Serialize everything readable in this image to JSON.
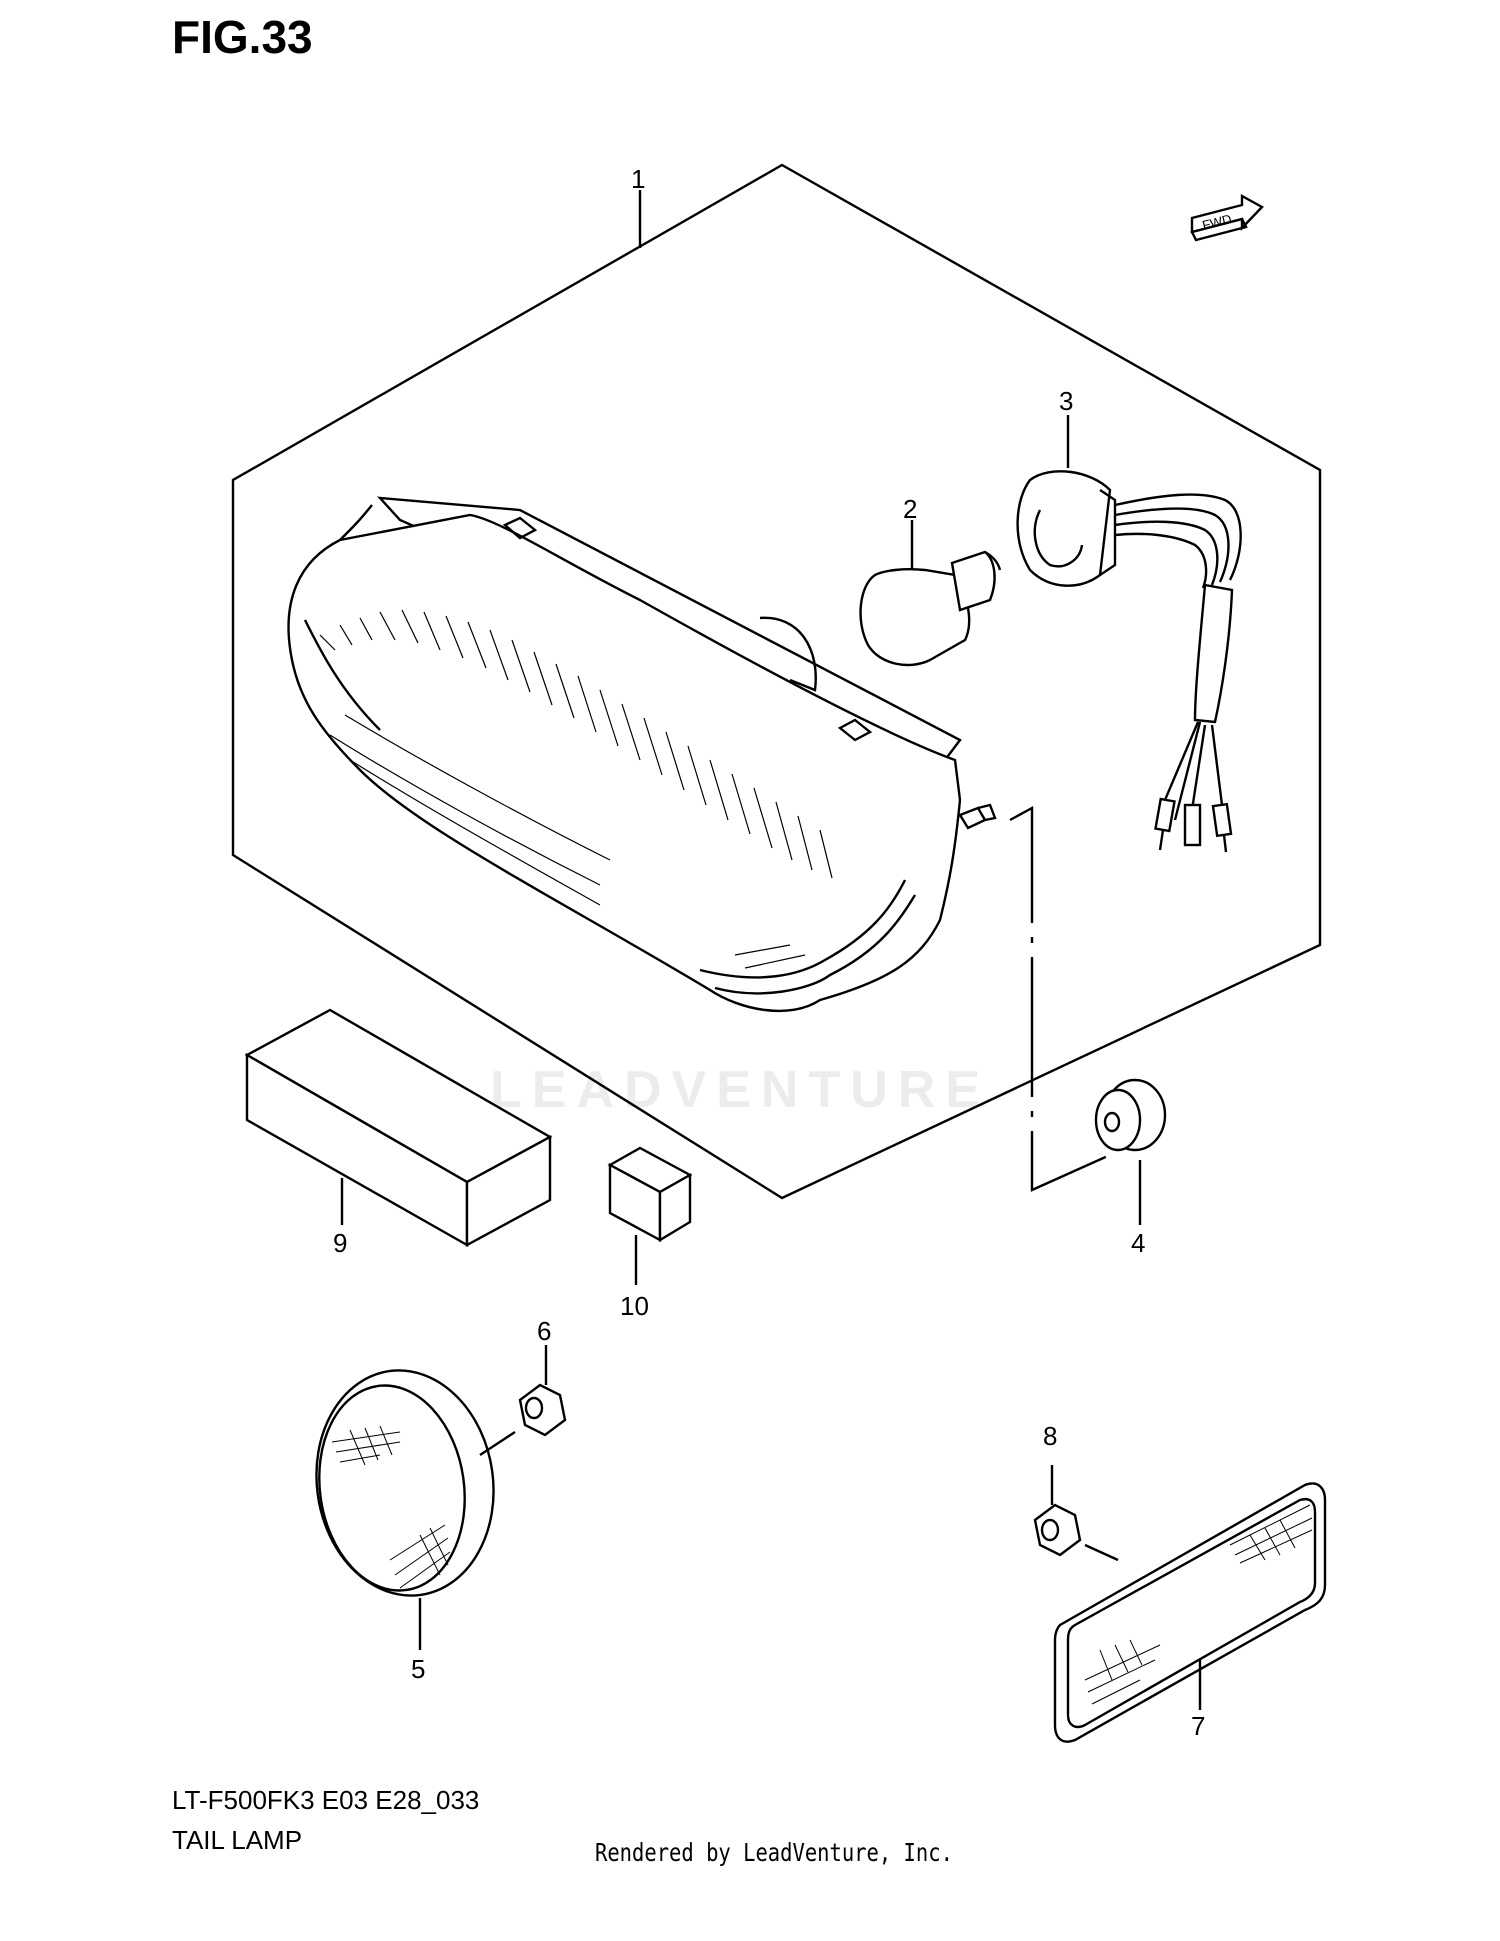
{
  "figure_title": "FIG.33",
  "model_code": "LT-F500FK3 E03 E28_033",
  "page_name": "TAIL LAMP",
  "rendered_by": "Rendered by LeadVenture, Inc.",
  "watermark": "LEADVENTURE",
  "direction_indicator": "FWD",
  "callouts": [
    "1",
    "2",
    "3",
    "4",
    "5",
    "6",
    "7",
    "8",
    "9",
    "10"
  ]
}
